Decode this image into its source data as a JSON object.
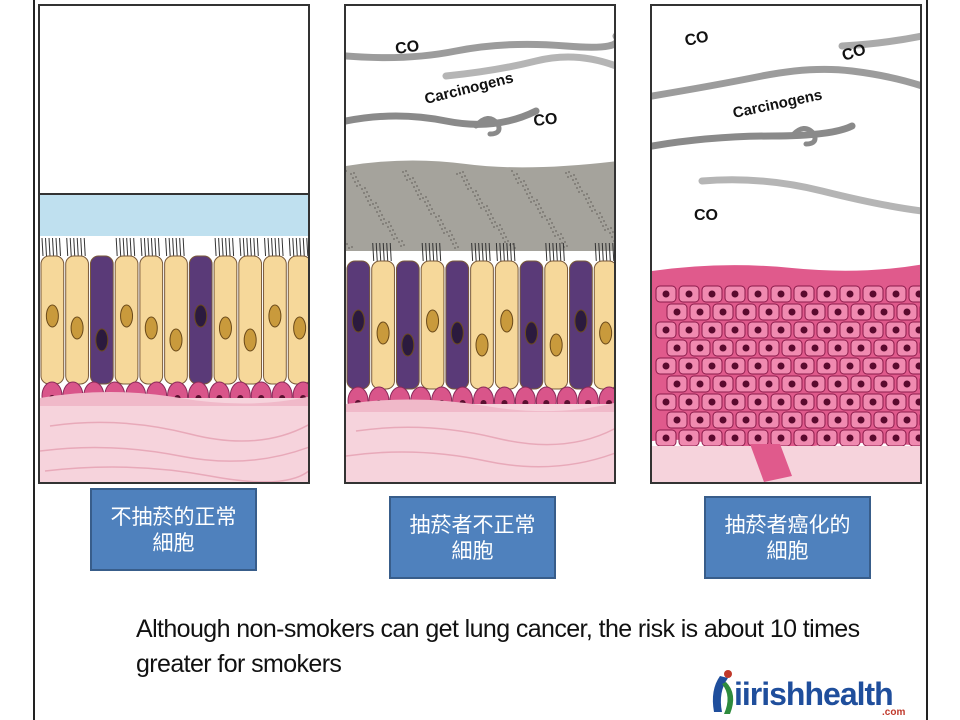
{
  "panels": [
    {
      "id": "normal",
      "label_line1": "不抽菸的正常",
      "label_line2": "細胞",
      "smoke": []
    },
    {
      "id": "smoker",
      "label_line1": "抽菸者不正常",
      "label_line2": "細胞",
      "smoke": [
        "CO",
        "Carcinogens",
        "CO"
      ]
    },
    {
      "id": "cancer",
      "label_line1": "抽菸者癌化的",
      "label_line2": "細胞",
      "smoke": [
        "CO",
        "CO",
        "Carcinogens",
        "CO"
      ]
    }
  ],
  "caption": {
    "line1": "Although non-smokers can get lung cancer, the risk is about 10 times",
    "line2": "greater for smokers"
  },
  "logo": {
    "brand_i": "i",
    "brand_irish": "irish",
    "brand_health": "health",
    "brand_com": ".com"
  },
  "colors": {
    "label_fill": "#4f81bd",
    "columnar_cell": "#f6d89a",
    "goblet_cell": "#5a3a78",
    "basal_cell": "#d9558a",
    "tissue": "#f6d3dc",
    "mucus": "#9a9a92",
    "cancer_cell": "#e05a8c"
  }
}
